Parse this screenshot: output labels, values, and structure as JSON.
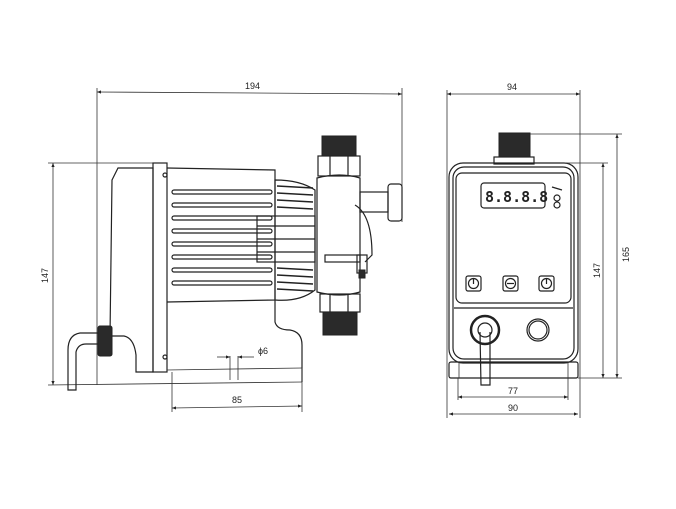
{
  "side_view": {
    "dim_length": "194",
    "dim_height": "147",
    "dim_base": "85",
    "dim_hole": "ϕ6"
  },
  "front_view": {
    "dim_width_top": "94",
    "dim_height_body": "147",
    "dim_height_total": "165",
    "dim_base_inner": "77",
    "dim_base_outer": "90",
    "display_readout": "8.8.8.8"
  },
  "colors": {
    "line": "#222222",
    "background": "#ffffff"
  }
}
